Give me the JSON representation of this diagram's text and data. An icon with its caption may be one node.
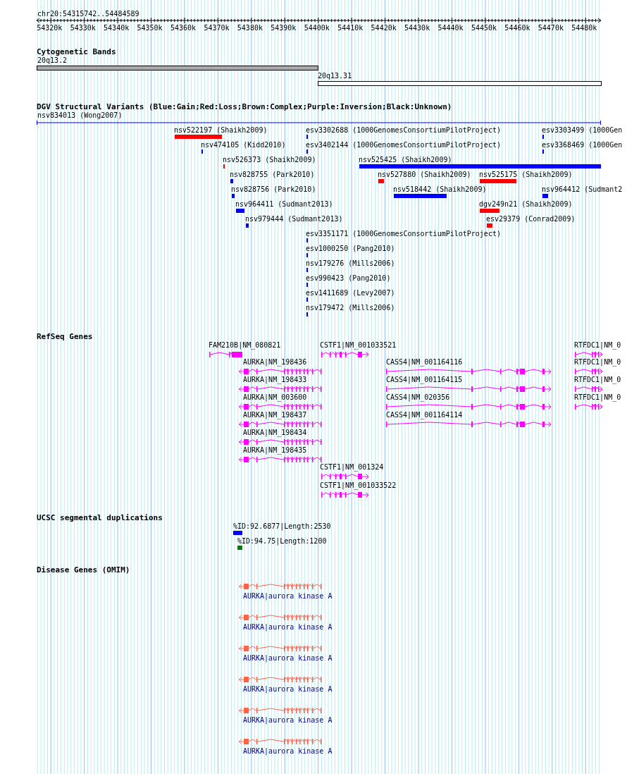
{
  "diagram": {
    "nodes": [
      {
        "text": [
          "20q13.2"
        ]
      },
      {
        "text": [
          "20q13.31"
        ]
      },
      {
        "text": [
          "nsv834013 (Wong2007)"
        ]
      },
      {
        "text": [
          "nsv522197 (Shaikh2009)"
        ]
      },
      {
        "text": [
          "esv3302688 (1000GenomesConsortiumPilotProject)"
        ]
      },
      {
        "text": [
          "esv3303499 (1000Gen"
        ]
      },
      {
        "text": [
          "nsv474105 (Kidd2010)"
        ]
      },
      {
        "text": [
          "esv3402144 (1000GenomesConsortiumPilotProject)"
        ]
      },
      {
        "text": [
          "esv3368469 (1000Gen"
        ]
      },
      {
        "text": [
          "nsv526373 (Shaikh2009)"
        ]
      },
      {
        "text": [
          "nsv525425 (Shaikh2009)"
        ]
      },
      {
        "text": [
          "nsv828755 (Park2010)"
        ]
      },
      {
        "text": [
          "nsv527880 (Shaikh2009)"
        ]
      },
      {
        "text": [
          "nsv525175 (Shaikh2009)"
        ]
      },
      {
        "text": [
          "nsv828756 (Park2010)"
        ]
      },
      {
        "text": [
          "nsv518442 (Shaikh2009)"
        ]
      },
      {
        "text": [
          "nsv964412 (Sudmant2"
        ]
      },
      {
        "text": [
          "nsv964411 (Sudmant2013)"
        ]
      },
      {
        "text": [
          "dgv249n21 (Shaikh2009)"
        ]
      },
      {
        "text": [
          "nsv979444 (Sudmant2013)"
        ]
      },
      {
        "text": [
          "esv29379 (Conrad2009)"
        ]
      },
      {
        "text": [
          "esv3351171 (1000GenomesConsortiumPilotProject)"
        ]
      },
      {
        "text": [
          "esv1000250 (Pang2010)"
        ]
      },
      {
        "text": [
          "nsv179276 (Mills2006)"
        ]
      },
      {
        "text": [
          "esv990423 (Pang2010)"
        ]
      },
      {
        "text": [
          "esv1411689 (Levy2007)"
        ]
      },
      {
        "text": [
          "nsv179472 (Mills2006)"
        ]
      },
      {
        "text": [
          "FAM210B|NM_080821"
        ]
      },
      {
        "text": [
          "CSTF1|NM_001033521"
        ]
      },
      {
        "text": [
          "RTFDC1|NM_0"
        ]
      },
      {
        "text": [
          "AURKA|NM_198436"
        ]
      },
      {
        "text": [
          "CASS4|NM_001164116"
        ]
      },
      {
        "text": [
          "RTFDC1|NM_0"
        ]
      },
      {
        "text": [
          "AURKA|NM_198433"
        ]
      },
      {
        "text": [
          "CASS4|NM_001164115"
        ]
      },
      {
        "text": [
          "RTFDC1|NM_0"
        ]
      },
      {
        "text": [
          "AURKA|NM_003600"
        ]
      },
      {
        "text": [
          "CASS4|NM_020356"
        ]
      },
      {
        "text": [
          "RTFDC1|NM_0"
        ]
      },
      {
        "text": [
          "AURKA|NM_198437"
        ]
      },
      {
        "text": [
          "CASS4|NM_001164114"
        ]
      },
      {
        "text": [
          "AURKA|NM_198434"
        ]
      },
      {
        "text": [
          "AURKA|NM_198435"
        ]
      },
      {
        "text": [
          "CSTF1|NM_001324"
        ]
      },
      {
        "text": [
          "CSTF1|NM_001033522"
        ]
      },
      {
        "text": [
          "%ID:92.6877|Length:2530"
        ]
      },
      {
        "text": [
          "%ID:94.75|Length:1200"
        ]
      },
      {
        "text": [
          "AURKA|aurora kinase A"
        ]
      },
      {
        "text": [
          "AURKA|aurora kinase A"
        ]
      },
      {
        "text": [
          "AURKA|aurora kinase A"
        ]
      },
      {
        "text": [
          "AURKA|aurora kinase A"
        ]
      },
      {
        "text": [
          "AURKA|aurora kinase A"
        ]
      },
      {
        "text": [
          "AURKA|aurora kinase A"
        ]
      }
    ],
    "labels": [
      "chr20:54315742..54484589",
      "54320k",
      "54330k",
      "54340k",
      "54350k",
      "54360k",
      "54370k",
      "54380k",
      "54390k",
      "54400k",
      "54410k",
      "54420k",
      "54430k",
      "54440k",
      "54450k",
      "54460k",
      "54470k",
      "54480k",
      "Cytogenetic Bands",
      "DGV Structural Variants (Blue:Gain;Red:Loss;Brown:Complex;Purple:Inversion;Black:Unknown)",
      "RefSeq Genes",
      "UCSC segmental duplications",
      "Disease Genes (OMIM)"
    ]
  }
}
